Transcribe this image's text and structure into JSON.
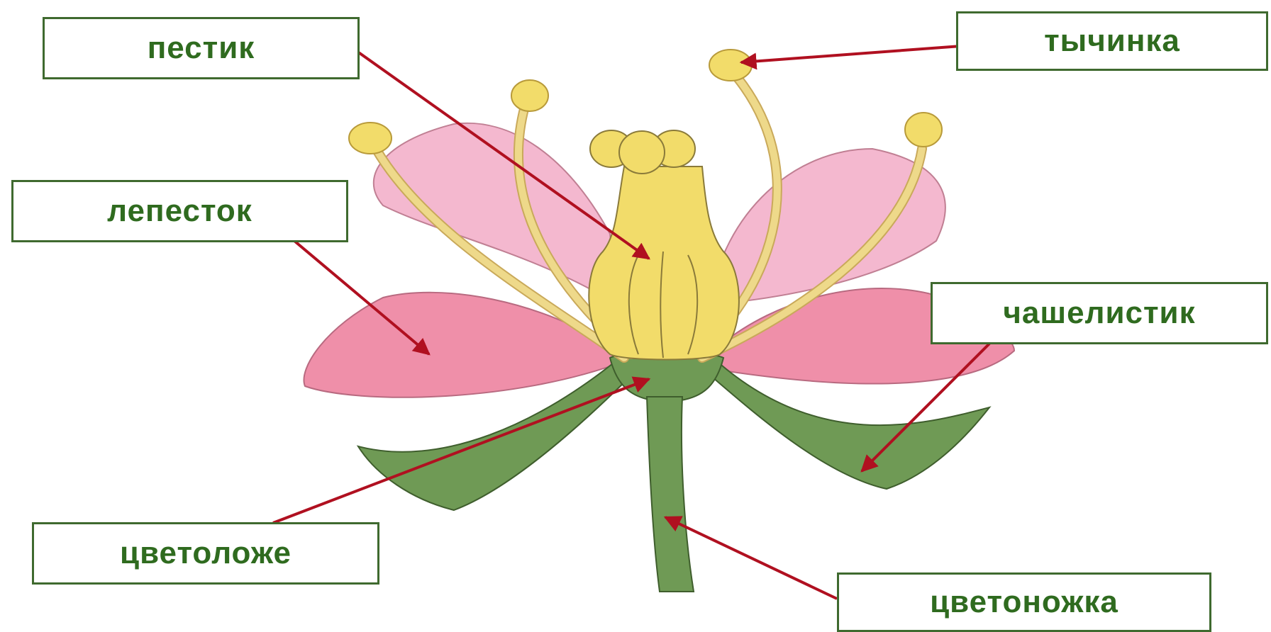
{
  "diagram": {
    "labels": {
      "pistil": "пестик",
      "stamen": "тычинка",
      "petal": "лепесток",
      "sepal": "чашелистик",
      "receptacle": "цветоложе",
      "pedicel": "цветоножка"
    },
    "colors": {
      "label_text": "#2f6b1f",
      "label_border": "#3f6a2f",
      "arrow": "#b01020",
      "petal_back": "#f4b8cf",
      "petal_front": "#ef8fa9",
      "stem_green": "#6f9a55",
      "pistil_yellow": "#f2dc6a",
      "filament": "#eed98a"
    }
  }
}
